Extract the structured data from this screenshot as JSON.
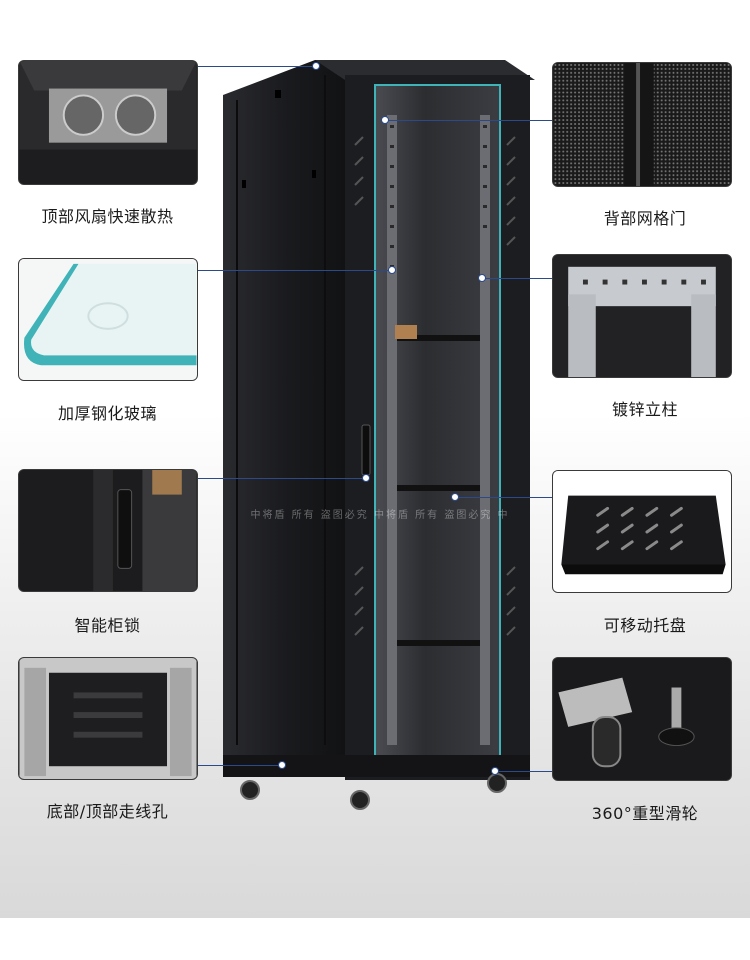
{
  "features_left": [
    {
      "label": "顶部风扇快速散热",
      "icon": "top-fan-image"
    },
    {
      "label": "加厚钢化玻璃",
      "icon": "tempered-glass-image"
    },
    {
      "label": "智能柜锁",
      "icon": "cabinet-lock-image"
    },
    {
      "label": "底部/顶部走线孔",
      "icon": "cable-hole-image"
    }
  ],
  "features_right": [
    {
      "label": "背部网格门",
      "icon": "mesh-door-image"
    },
    {
      "label": "镀锌立柱",
      "icon": "galvanized-post-image"
    },
    {
      "label": "可移动托盘",
      "icon": "movable-tray-image"
    },
    {
      "label": "360°重型滑轮",
      "icon": "caster-wheel-image"
    }
  ],
  "watermark": "中将盾 所有 盗图必究 中将盾 所有 盗图必究 中",
  "colors": {
    "connector": "#2b4a8c",
    "cabinet_body": "#1c1d20",
    "glass_edge": "#3fb3b8"
  }
}
